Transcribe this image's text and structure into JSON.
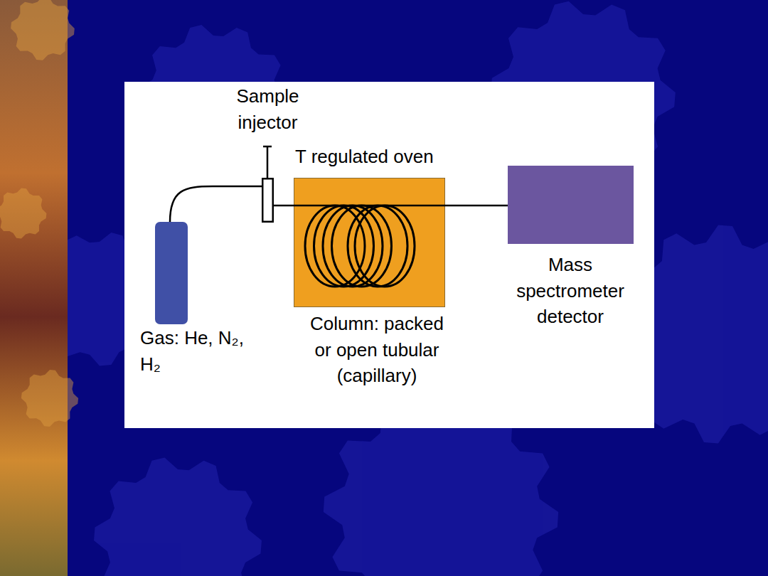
{
  "diagram": {
    "nodes": [
      {
        "text": [
          "Gas: He, N₂, H₂"
        ]
      },
      {
        "text": [
          "Sample injector"
        ]
      },
      {
        "text": [
          "T regulated oven",
          "Column: packed or open tubular (capillary)"
        ]
      },
      {
        "text": [
          "Mass spectrometer detector"
        ]
      }
    ],
    "edges": [
      {
        "from": 0,
        "to": 1,
        "arrow": "none"
      },
      {
        "from": 1,
        "to": 2,
        "arrow": "none"
      },
      {
        "from": 2,
        "to": 3,
        "arrow": "none"
      }
    ]
  }
}
